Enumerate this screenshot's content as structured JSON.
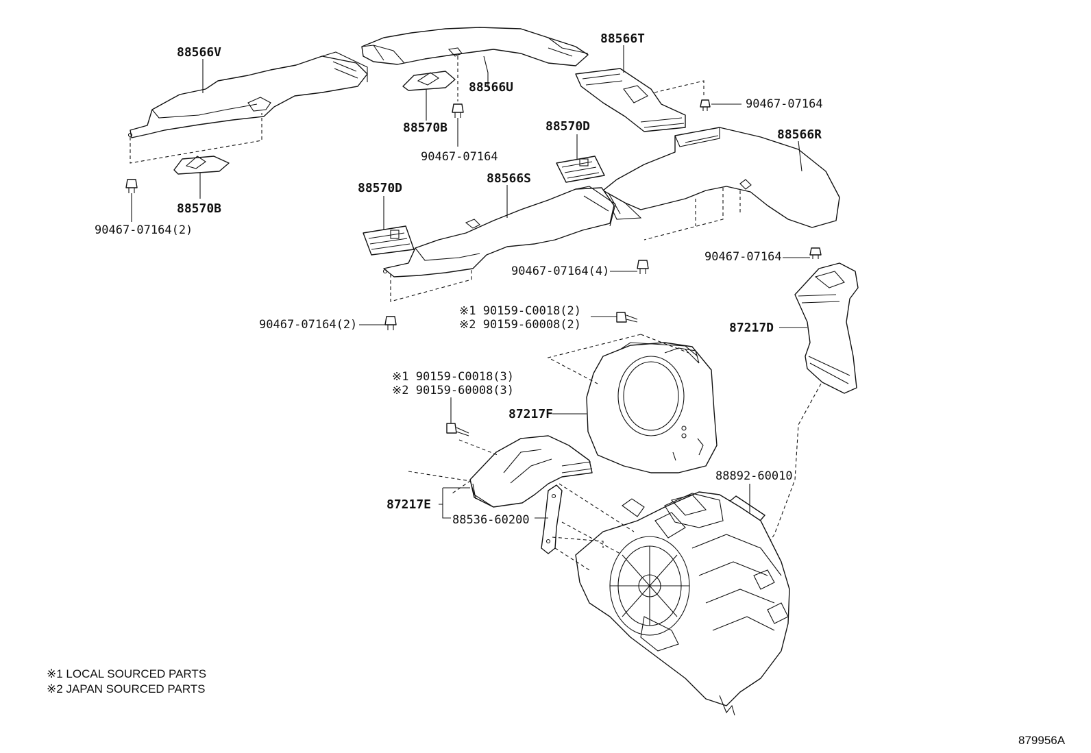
{
  "diagram": {
    "part_labels": {
      "p_88566V": "88566V",
      "p_88566U": "88566U",
      "p_88566T": "88566T",
      "p_88566R": "88566R",
      "p_88566S": "88566S",
      "p_88570B_top": "88570B",
      "p_88570B_left": "88570B",
      "p_88570D_mid": "88570D",
      "p_88570D_left": "88570D",
      "p_87217D": "87217D",
      "p_87217F": "87217F",
      "p_87217E": "87217E",
      "p_88892": "88892-60010",
      "p_88536": "88536-60200"
    },
    "fastener_labels": {
      "f_clip_right_top": "90467-07164",
      "f_clip_88570B": "90467-07164",
      "f_clip_left_2": "90467-07164(2)",
      "f_clip_87217D": "90467-07164",
      "f_clip_mid_4": "90467-07164(4)",
      "f_clip_lower_2": "90467-07164(2)",
      "f_screw_a1": "※1 90159-C0018(2)",
      "f_screw_a2": "※2 90159-60008(2)",
      "f_screw_b1": "※1 90159-C0018(3)",
      "f_screw_b2": "※2 90159-60008(3)"
    },
    "notes": {
      "note1": "※1 LOCAL SOURCED PARTS",
      "note2": "※2 JAPAN SOURCED PARTS"
    },
    "figure_number": "879956A"
  }
}
